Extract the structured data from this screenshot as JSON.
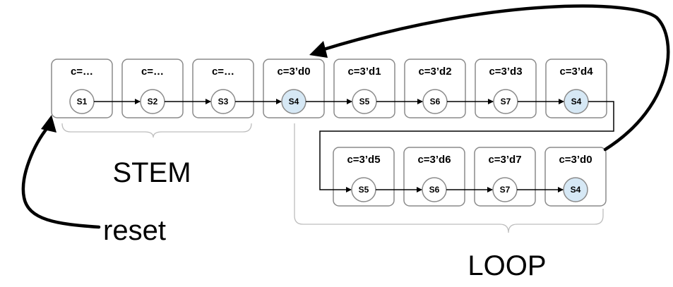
{
  "diagram": {
    "colors": {
      "box_stroke": "#8a8a8a",
      "state_fill": "#ffffff",
      "state_fill_highlight": "#d6e8f5",
      "arrow": "#000000",
      "brace": "#bdbdbd"
    },
    "row1": [
      {
        "label": "c=…",
        "state": "S1",
        "highlight": false
      },
      {
        "label": "c=…",
        "state": "S2",
        "highlight": false
      },
      {
        "label": "c=…",
        "state": "S3",
        "highlight": false
      },
      {
        "label": "c=3’d0",
        "state": "S4",
        "highlight": true
      },
      {
        "label": "c=3’d1",
        "state": "S5",
        "highlight": false
      },
      {
        "label": "c=3’d2",
        "state": "S6",
        "highlight": false
      },
      {
        "label": "c=3’d3",
        "state": "S7",
        "highlight": false
      },
      {
        "label": "c=3’d4",
        "state": "S4",
        "highlight": true
      }
    ],
    "row2": [
      {
        "label": "c=3’d5",
        "state": "S5",
        "highlight": false
      },
      {
        "label": "c=3’d6",
        "state": "S6",
        "highlight": false
      },
      {
        "label": "c=3’d7",
        "state": "S7",
        "highlight": false
      },
      {
        "label": "c=3’d0",
        "state": "S4",
        "highlight": true
      }
    ],
    "labels": {
      "stem": "STEM",
      "loop": "LOOP",
      "reset": "reset"
    }
  }
}
